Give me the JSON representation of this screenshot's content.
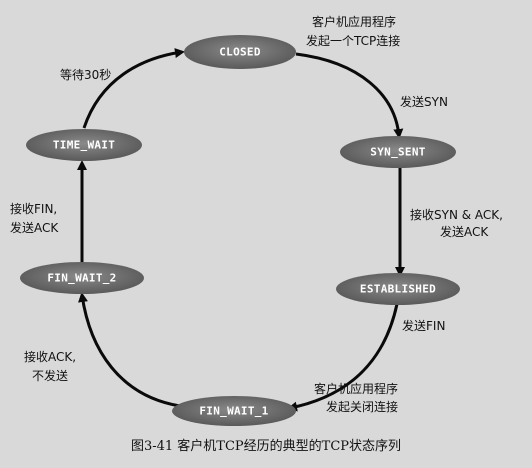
{
  "states": {
    "closed": "CLOSED",
    "syn_sent": "SYN_SENT",
    "established": "ESTABLISHED",
    "fin_wait_1": "FIN_WAIT_1",
    "fin_wait_2": "FIN_WAIT_2",
    "time_wait": "TIME_WAIT"
  },
  "transitions": {
    "closed_to_syn_sent_trigger": [
      "客户机应用程序",
      "发起一个TCP连接"
    ],
    "closed_to_syn_sent_action": "发送SYN",
    "syn_sent_to_established": [
      "接收SYN & ACK,",
      "发送ACK"
    ],
    "established_to_fin_wait_1_action": "发送FIN",
    "established_to_fin_wait_1_trigger": [
      "客户机应用程序",
      "发起关闭连接"
    ],
    "fin_wait_1_to_fin_wait_2": [
      "接收ACK,",
      "不发送"
    ],
    "fin_wait_2_to_time_wait": [
      "接收FIN,",
      "发送ACK"
    ],
    "time_wait_to_closed": "等待30秒"
  },
  "caption": "图3-41   客户机TCP经历的典型的TCP状态序列",
  "colors": {
    "state_fill": "#6e6e6e",
    "arrow": "#0a0a0a",
    "background": "#d9d9d9"
  }
}
